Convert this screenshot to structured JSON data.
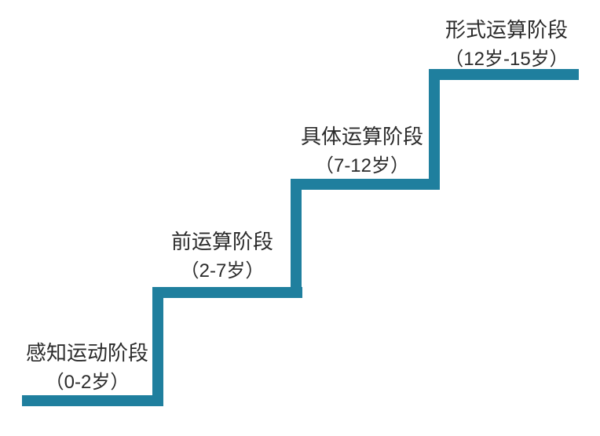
{
  "diagram": {
    "type": "staircase",
    "stair_color": "#1f7f9e",
    "text_color": "#2b2b2b",
    "stages": [
      {
        "name": "感知运动阶段",
        "age": "（0-2岁）"
      },
      {
        "name": "前运算阶段",
        "age": "（2-7岁）"
      },
      {
        "name": "具体运算阶段",
        "age": "（7-12岁）"
      },
      {
        "name": "形式运算阶段",
        "age": "（12岁-15岁）"
      }
    ]
  }
}
